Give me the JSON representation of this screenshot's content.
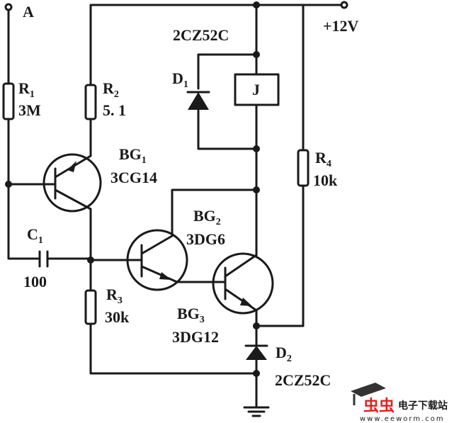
{
  "nodes": {
    "input": "A",
    "supply": "+12V"
  },
  "components": {
    "R1": {
      "name": "R",
      "sub": "1",
      "value": "3M"
    },
    "R2": {
      "name": "R",
      "sub": "2",
      "value": "5. 1"
    },
    "R3": {
      "name": "R",
      "sub": "3",
      "value": "30k"
    },
    "R4": {
      "name": "R",
      "sub": "4",
      "value": "10k"
    },
    "C1": {
      "name": "C",
      "sub": "1",
      "value": "100"
    },
    "D1": {
      "name": "D",
      "sub": "1",
      "value": "2CZ52C"
    },
    "D2": {
      "name": "D",
      "sub": "2",
      "value": "2CZ52C"
    },
    "J": {
      "name": "J"
    },
    "BG1": {
      "name": "BG",
      "sub": "1",
      "value": "3CG14"
    },
    "BG2": {
      "name": "BG",
      "sub": "2",
      "value": "3DG6"
    },
    "BG3": {
      "name": "BG",
      "sub": "3",
      "value": "3DG12"
    }
  },
  "watermark": {
    "brand": "虫虫",
    "text": "电子下载站",
    "url": "www.eeworm.com",
    "brand_color": "#e02020"
  }
}
